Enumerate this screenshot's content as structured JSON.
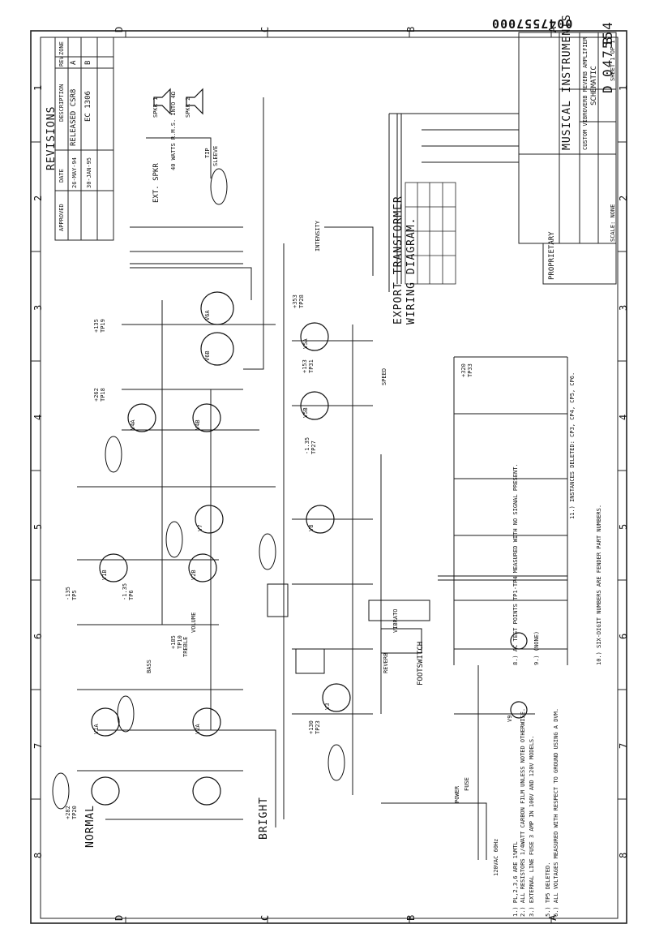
{
  "document_number": "0047557000",
  "zones": {
    "rows": [
      "D",
      "C",
      "B",
      "A"
    ],
    "cols": [
      "1",
      "2",
      "3",
      "4",
      "5",
      "6",
      "7",
      "8"
    ]
  },
  "revisions": {
    "title": "REVISIONS",
    "headers": [
      "ZONE",
      "REV",
      "DESCRIPTION",
      "DATE",
      "APPROVED"
    ],
    "rows": [
      {
        "rev": "A",
        "desc": "RELEASED CSR8",
        "date": "26-MAY-94"
      },
      {
        "rev": "B",
        "desc": "EC 1306",
        "date": "30-JAN-95"
      }
    ]
  },
  "title_block": {
    "company": "MUSICAL INSTRUMENTS",
    "title": "CUSTOM VIBROVERB REVERB AMPLIFIER",
    "doc_type": "SCHEMATIC",
    "size": "D",
    "dwg_no": "047554",
    "rev": "B",
    "scale": "SCALE: NONE",
    "sheet": "SHEET 1 OF 1",
    "proprietary": "PROPRIETARY"
  },
  "sections": {
    "normal": "NORMAL",
    "bright": "BRIGHT",
    "export_title": "EXPORT TRANSFORMER",
    "export_title2": "WIRING DIAGRAM.",
    "footswitch": "FOOTSWITCH",
    "vibrato": "VIBRATO",
    "reverb": "REVERB",
    "intensity": "INTENSITY",
    "speed": "SPEED",
    "treble": "TREBLE",
    "bass": "BASS",
    "volume": "VOLUME",
    "ext_spkr": "EXT. SPKR",
    "spkr1": "SPKR 1",
    "spkr2": "SPKR 2",
    "tip": "TIP",
    "sleeve": "SLEEVE",
    "power": "POWER",
    "fuse": "FUSE",
    "ac_in": "120VAC 60Hz"
  },
  "tube_labels": [
    "V1A",
    "V1B",
    "V2A",
    "V2B",
    "V3",
    "V4A",
    "V4B",
    "V5A",
    "V5B",
    "V6A",
    "V6B",
    "V7",
    "V8",
    "V9"
  ],
  "test_points": [
    {
      "id": "TP20",
      "val": "+282"
    },
    {
      "id": "TP5",
      "val": "-135"
    },
    {
      "id": "TP6",
      "val": "-1.35"
    },
    {
      "id": "TP10",
      "val": "+185"
    },
    {
      "id": "TP18",
      "val": "+262"
    },
    {
      "id": "TP19",
      "val": "+135"
    },
    {
      "id": "TP28",
      "val": "+353"
    },
    {
      "id": "TP31",
      "val": "+153"
    },
    {
      "id": "TP27",
      "val": "-1.35"
    },
    {
      "id": "TP23",
      "val": "+130"
    },
    {
      "id": "TP33",
      "val": "+320"
    }
  ],
  "output_note": "40 WATTS R.M.S. INTO 4Ω",
  "notes": [
    "1.) PL,2,3,6 ARE 1%MTL",
    "2.) ALL RESISTORS 1/4WATT CARBON FILM UNLESS NOTED OTHERWISE.",
    "3.) EXTERNAL LINE FUSE 3 AMP IN 100V AND 120V MODELS.",
    "5.) TP5 DELETED.",
    "6.) ALL VOLTAGES MEASURED WITH RESPECT TO GROUND USING A DVM.",
    "8.) AC TEST POINTS TP1-TP4 MEASURED WITH NO SIGNAL PRESENT.",
    "9.) (NONE)",
    "10.) SIX-DIGIT NUMBERS ARE FENDER PART NUMBERS.",
    "11.) INSTANCES DELETED: CP3, CP4, CP5, CP6."
  ]
}
